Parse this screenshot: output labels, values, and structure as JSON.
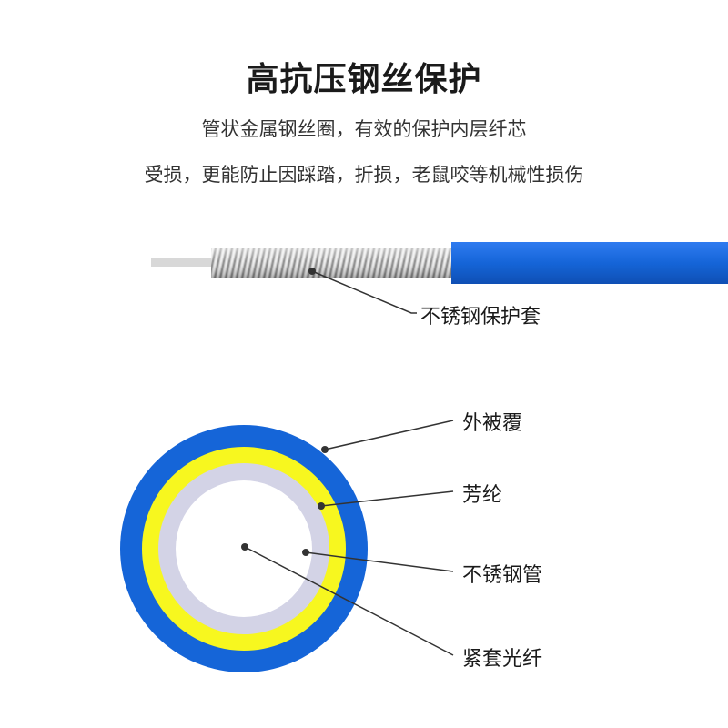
{
  "title": "高抗压钢丝保护",
  "subtitle_lines": [
    "管状金属钢丝圈，有效的保护内层纤芯",
    "受损，更能防止因踩踏，折损，老鼠咬等机械性损伤"
  ],
  "cable_side_view": {
    "label": "不锈钢保护套"
  },
  "cross_section": {
    "layers": [
      {
        "label": "外被覆",
        "color": "#1565d8"
      },
      {
        "label": "芳纶",
        "color": "#f7f71f"
      },
      {
        "label": "不锈钢管",
        "color": "#d3d3e6"
      },
      {
        "label": "紧套光纤",
        "color": "#ffffff"
      }
    ]
  },
  "colors": {
    "jacket_blue": "#1565d8",
    "aramid_yellow": "#f7f71f",
    "steel_gray": "#d3d3e6",
    "leader_line": "#333333"
  }
}
